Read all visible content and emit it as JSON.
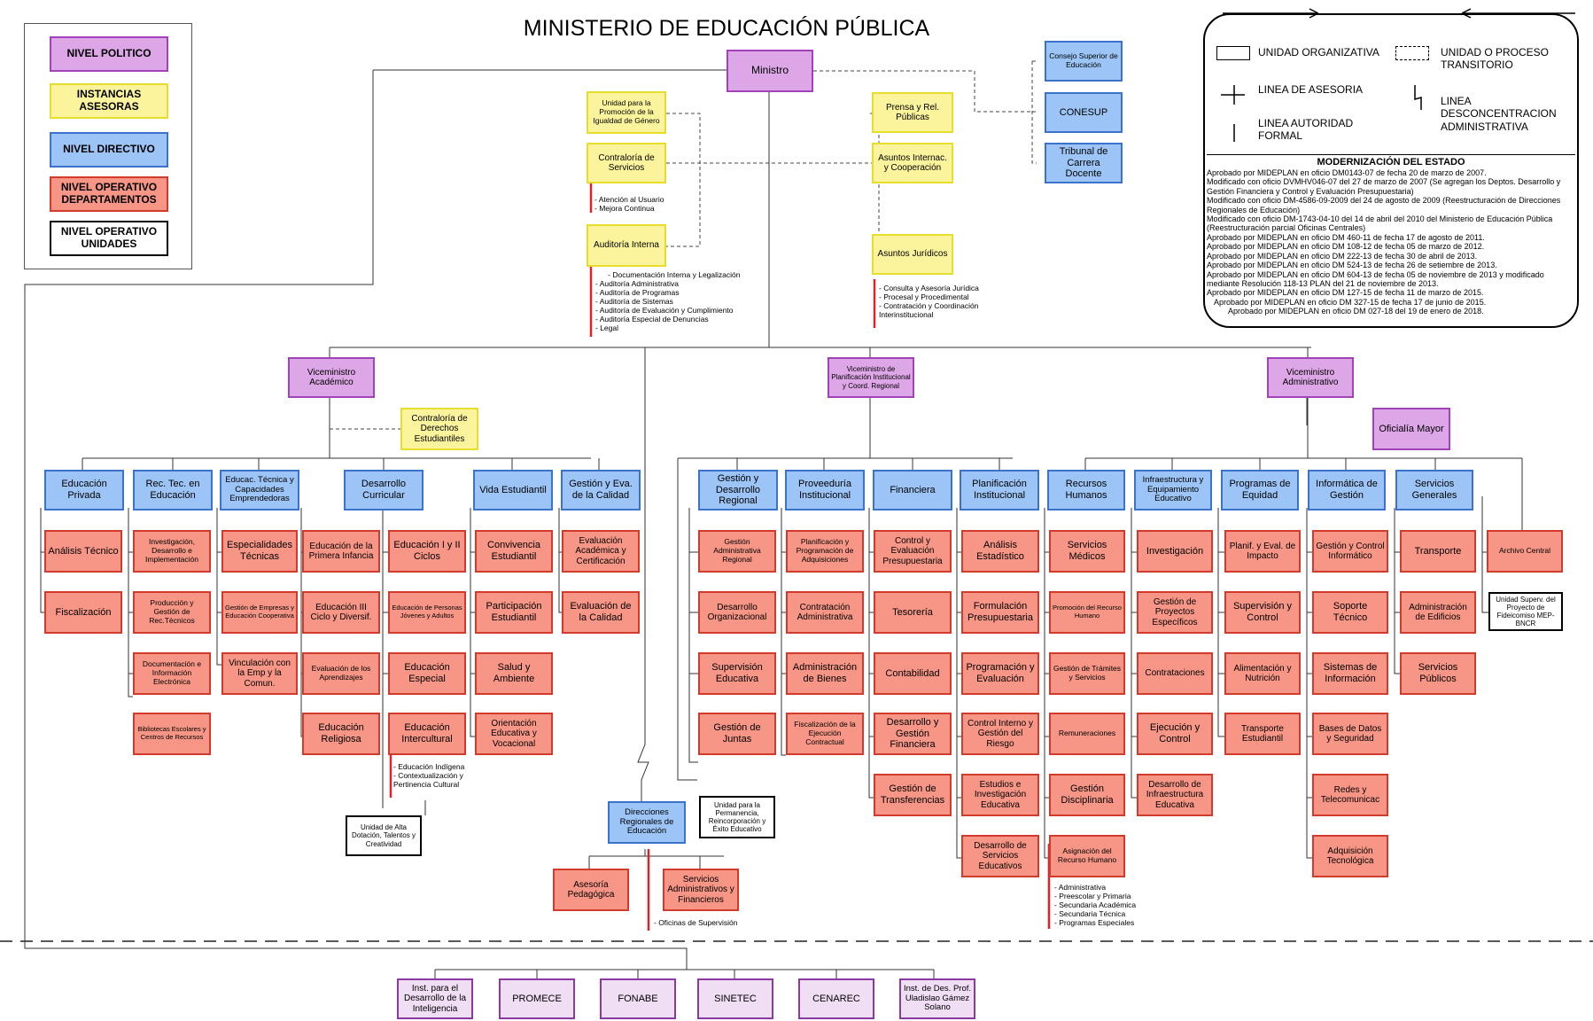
{
  "title": "MINISTERIO DE EDUCACIÓN PÚBLICA",
  "legend_levels": {
    "politico": "NIVEL POLITICO",
    "asesoras": "INSTANCIAS ASESORAS",
    "directivo": "NIVEL DIRECTIVO",
    "departamentos": "NIVEL OPERATIVO DEPARTAMENTOS",
    "unidades": "NIVEL OPERATIVO UNIDADES"
  },
  "legend_symbols": {
    "unidad_org": "UNIDAD ORGANIZATIVA",
    "transitorio": "UNIDAD O PROCESO TRANSITORIO",
    "asesoria": "LINEA DE ASESORIA",
    "desconcentracion": "LINEA DESCONCENTRACION ADMINISTRATIVA",
    "autoridad": "LINEA AUTORIDAD FORMAL"
  },
  "notes": {
    "heading": "MODERNIZACIÓN DEL ESTADO",
    "lines": [
      "Aprobado por MIDEPLAN en oficio DM0143-07 de fecha 20 de marzo de 2007.",
      "Modificado con oficio DVMHV046-07 del 27 de marzo de 2007 (Se agregan los Deptos. Desarrollo y Gestión Financiera y Control y Evaluación Presupuestaria)",
      "Modificado con oficio DM-4586-09-2009 del 24 de agosto de 2009 (Reestructuración de Direcciones Regionales de Educación)",
      "Modificado con oficio DM-1743-04-10 del 14 de abril del 2010 del Ministerio de Educación Pública (Reestructuración parcial Oficinas Centrales)",
      "Aprobado por MIDEPLAN en oficio DM 460-11 de fecha 17 de agosto de 2011.",
      "Aprobado por MIDEPLAN en oficio DM 108-12 de fecha 05 de marzo de 2012.",
      "Aprobado por MIDEPLAN en oficio DM 222-13 de fecha 30 de abril de 2013.",
      "Aprobado por MIDEPLAN en oficio DM 524-13 de fecha 26 de setiembre de 2013.",
      "Aprobado por MIDEPLAN en oficio DM 604-13 de fecha 05 de noviembre de 2013 y modificado mediante Resolución 118-13 PLAN del 21 de noviembre de 2013.",
      "Aprobado por MIDEPLAN en oficio DM 127-15 de fecha 11 de marzo de 2015.",
      "Aprobado por MIDEPLAN en oficio DM 327-15 de fecha 17 de junio de 2015.",
      "Aprobado por MIDEPLAN en oficio DM 027-18 del 19 de enero de 2018."
    ]
  },
  "top": {
    "ministro": "Ministro",
    "igualdad": "Unidad para la Promoción de la Igualdad de Género",
    "contraloria": "Contraloría de Servicios",
    "auditoria": "Auditoría Interna",
    "prensa": "Prensa y Rel. Públicas",
    "asuntos_int": "Asuntos Internac. y Cooperación",
    "juridicos": "Asuntos Jurídicos",
    "consejo": "Consejo Superior de Educación",
    "conesup": "CONESUP",
    "tribunal": "Tribunal de Carrera Docente"
  },
  "lists": {
    "contraloria": "- Atención al Usuario\n- Mejora Continua",
    "auditoria": "      - Documentación Interna y Legalización\n- Auditoría Administrativa\n- Auditoría de Programas\n- Auditoría de Sistemas\n- Auditoría de Evaluación y Cumplimiento\n- Auditoría Especial de Denuncias\n- Legal",
    "juridicos": "- Consulta y Asesoría Jurídica\n- Procesal y Procedimental\n- Contratación y Coordinación\nInterinstitucional",
    "intercultural": "- Educación Indígena\n- Contextualización y\nPertinencia Cultural",
    "asignacion": "- Administrativa\n- Preescolar y Primaria\n- Secundaria Académica\n- Secundaria Técnica\n- Programas Especiales",
    "oficinas": "- Oficinas de Supervisión"
  },
  "vice": {
    "academico": "Viceministro Académico",
    "planificacion": "Viceministro de Planificación Institucional y Coord. Regional",
    "administrativo": "Viceministro Administrativo",
    "derechos": "Contraloría de Derechos Estudiantiles",
    "oficialia": "Oficialía Mayor"
  },
  "directions": {
    "educacion_privada": "Educación Privada",
    "rec_tec": "Rec. Tec. en Educación",
    "educ_tecnica": "Educac. Técnica y Capacidades Emprendedoras",
    "desarrollo_curricular": "Desarrollo Curricular",
    "vida_estudiantil": "Vida Estudiantil",
    "gestion_calidad": "Gestión y Eva. de la Calidad",
    "gestion_regional": "Gestión y Desarrollo Regional",
    "proveeduria": "Proveeduría Institucional",
    "financiera": "Financiera",
    "planificacion": "Planificación Institucional",
    "recursos_humanos": "Recursos Humanos",
    "infraestructura": "Infraestructura y Equipamiento Educativo",
    "programas_equidad": "Programas de Equidad",
    "informatica": "Informática de Gestión",
    "servicios_generales": "Servicios Generales",
    "direcciones_regionales": "Direcciones Regionales de Educación"
  },
  "departments": {
    "analisis_tecnico": "Análisis Técnico",
    "fiscalizacion": "Fiscalización",
    "investigacion_desarrollo": "Investigación, Desarrollo e Implementación",
    "produccion_gestion": "Producción y Gestión de Rec.Técnicos",
    "documentacion_info": "Documentación e Información Electrónica",
    "bibliotecas": "Bibliotecas Escolares y Centros de Recursos",
    "especialidades": "Especialidades Técnicas",
    "gestion_empresas": "Gestión de Empresas y Educación Cooperativa",
    "vinculacion": "Vinculación con la Emp y la Comun.",
    "primera_infancia": "Educación de la Primera Infancia",
    "educacion_i_ii": "Educación I y II Ciclos",
    "educacion_iii": "Educación III Ciclo y Diversif.",
    "jovenes_adultos": "Educación de Personas Jóvenes y Adultos",
    "evaluacion_aprendizajes": "Evaluación de los Aprendizajes",
    "educacion_especial": "Educación Especial",
    "educacion_religiosa": "Educación Religiosa",
    "educacion_intercultural": "Educación Intercultural",
    "convivencia": "Convivencia Estudiantil",
    "participacion": "Participación Estudiantil",
    "salud_ambiente": "Salud y Ambiente",
    "orientacion": "Orientación Educativa y Vocacional",
    "evaluacion_academica": "Evaluación Académica y Certificación",
    "evaluacion_calidad": "Evaluación de la Calidad",
    "gestion_administrativa_regional": "Gestión Administrativa Regional",
    "desarrollo_organizacional": "Desarrollo Organizacional",
    "supervision_educativa": "Supervisión Educativa",
    "gestion_juntas": "Gestión de Juntas",
    "planificacion_adquisiciones": "Planificación y Programación de Adquisiciones",
    "contratacion_administrativa": "Contratación Administrativa",
    "administracion_bienes": "Administración de Bienes",
    "fiscalizacion_contractual": "Fiscalización de la Ejecución Contractual",
    "control_presupuestaria": "Control y Evaluación Presupuestaria",
    "tesoreria": "Tesorería",
    "contabilidad": "Contabilidad",
    "desarrollo_financiera": "Desarrollo y Gestión Financiera",
    "gestion_transferencias": "Gestión de Transferencias",
    "analisis_estadistico": "Análisis Estadístico",
    "formulacion_presupuestaria": "Formulación Presupuestaria",
    "programacion_evaluacion": "Programación y Evaluación",
    "control_interno": "Control Interno y Gestión del Riesgo",
    "estudios_investigacion": "Estudios e Investigación Educativa",
    "desarrollo_servicios": "Desarrollo de Servicios Educativos",
    "servicios_medicos": "Servicios Médicos",
    "promocion_rh": "Promoción del Recurso Humano",
    "gestion_tramites": "Gestión de Trámites y Servicios",
    "remuneraciones": "Remuneraciones",
    "gestion_disciplinaria": "Gestión Disciplinaria",
    "asignacion_rh": "Asignación del Recurso Humano",
    "investigacion": "Investigación",
    "proyectos_especificos": "Gestión de Proyectos Específicos",
    "contrataciones": "Contrataciones",
    "ejecucion_control": "Ejecución y Control",
    "desarrollo_infraestructura": "Desarrollo de Infraestructura Educativa",
    "planif_impacto": "Planif. y Eval. de Impacto",
    "supervision_control": "Supervisión y Control",
    "alimentacion": "Alimentación y Nutrición",
    "transporte_estudiantil": "Transporte Estudiantil",
    "gestion_informatico": "Gestión y Control Informático",
    "soporte_tecnico": "Soporte Técnico",
    "sistemas_informacion": "Sistemas de Información",
    "bases_datos": "Bases de Datos y Seguridad",
    "redes": "Redes y Telecomunicac",
    "adquisicion_tecnologica": "Adquisición Tecnológica",
    "transporte": "Transporte",
    "administracion_edificios": "Administración de Edificios",
    "servicios_publicos": "Servicios Públicos",
    "archivo_central": "Archivo Central",
    "asesoria_pedagogica": "Asesoría Pedagógica",
    "servicios_admin_financieros": "Servicios Administrativos y Financieros"
  },
  "units": {
    "alta_dotacion": "Unidad de Alta Dotación, Talentos y Creatividad",
    "permanencia": "Unidad para la Permanencia, Reincorporación y Éxito Educativo",
    "fideicomiso": "Unidad Superv. del Proyecto de Fideicomiso MEP-BNCR"
  },
  "external": {
    "inteligencia": "Inst. para el Desarrollo de la Inteligencia",
    "promece": "PROMECE",
    "fonabe": "FONABE",
    "sinetec": "SINETEC",
    "cenarec": "CENAREC",
    "uladislao": "Inst. de Des. Prof. Uladislao Gámez Solano"
  },
  "colors": {
    "politico": "#dda6e6",
    "asesor": "#fbf49c",
    "directivo": "#9cc4f6",
    "departamento": "#f79686",
    "unidad": "#ffffff",
    "externo": "#f0def4",
    "desconcentracion_line": "#e0202a"
  }
}
